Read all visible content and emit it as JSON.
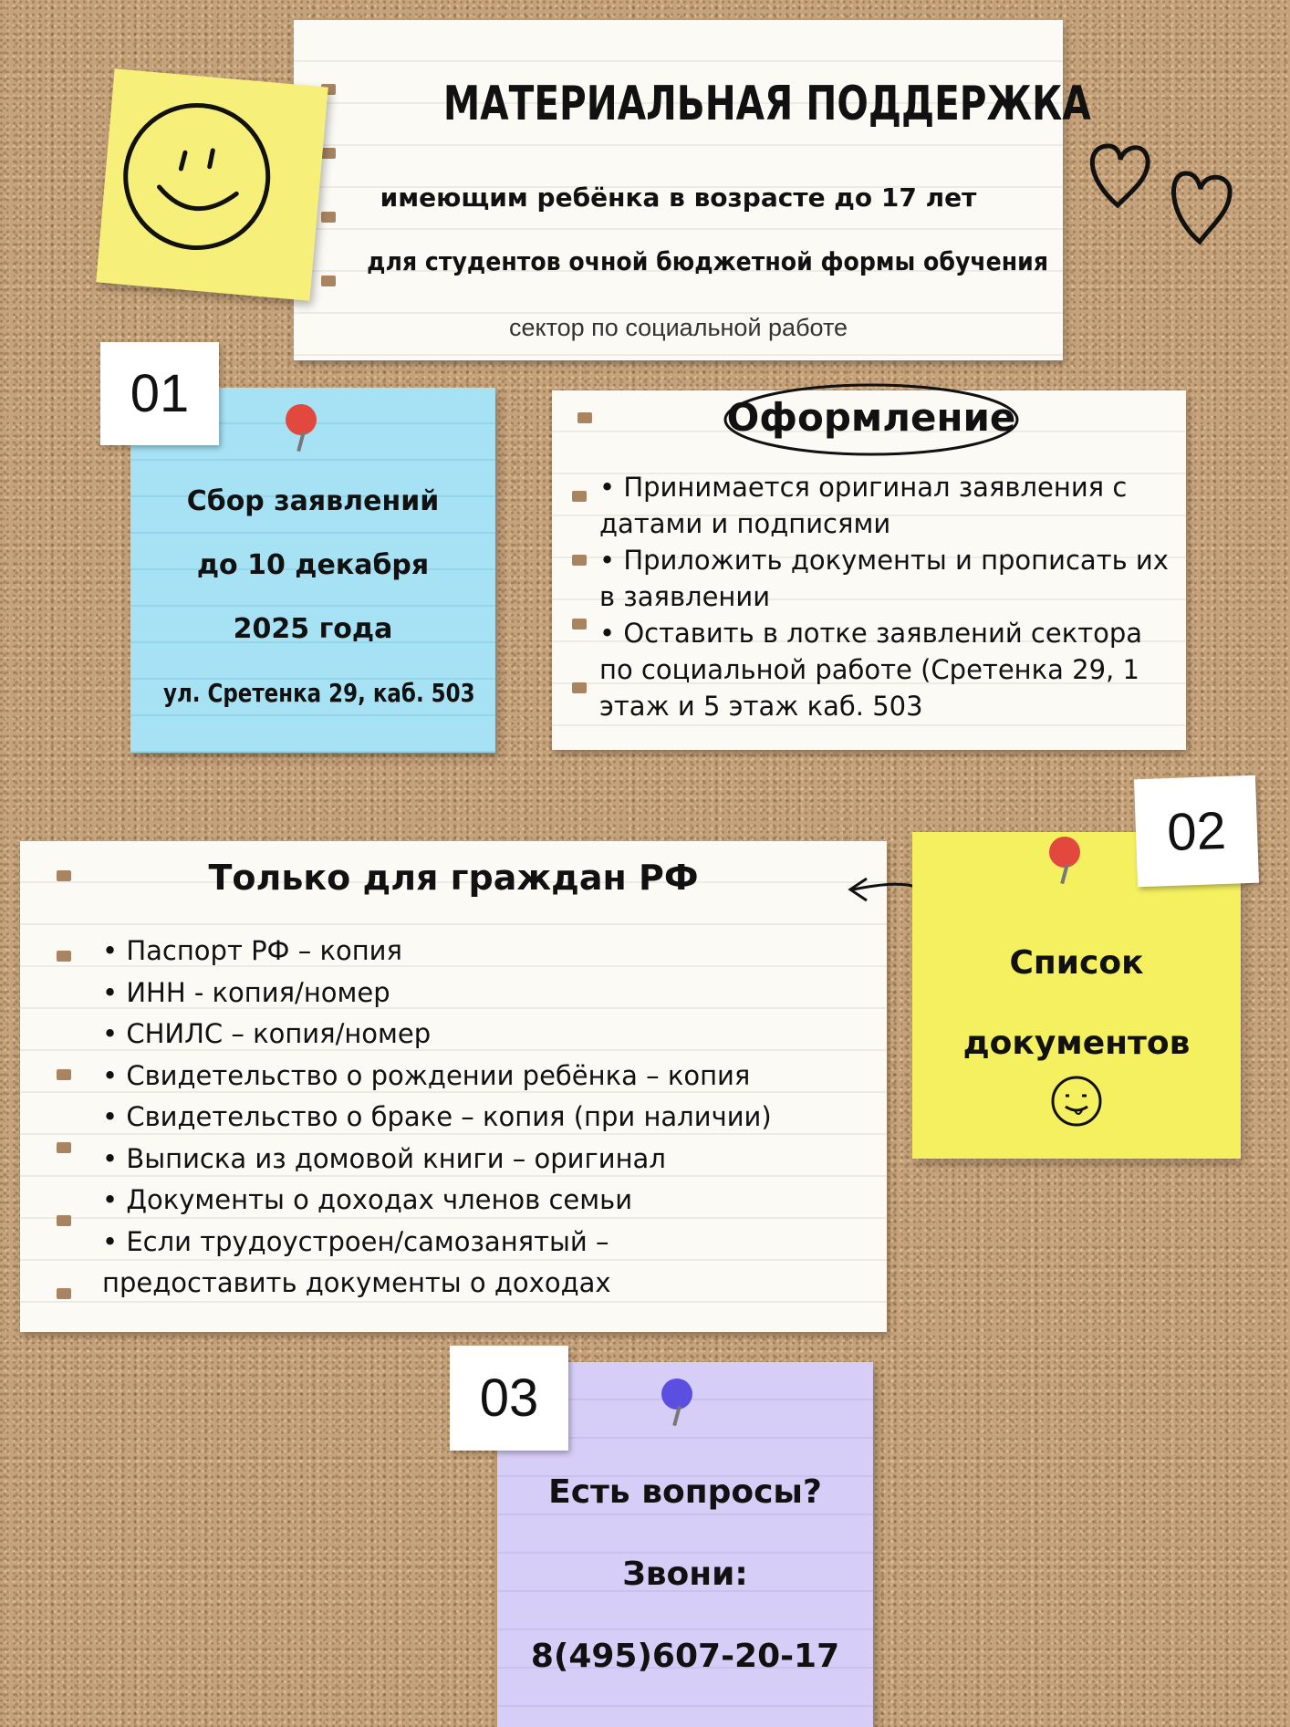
{
  "header": {
    "title": "МАТЕРИАЛЬНАЯ ПОДДЕРЖКА",
    "line1": "имеющим ребёнка в возрасте до 17 лет",
    "line2": "для студентов очной бюджетной формы обучения",
    "line3": "сектор по социальной работе"
  },
  "step1": {
    "number": "01",
    "lines": [
      "Сбор заявлений",
      "до 10 декабря",
      "2025 года",
      "ул. Сретенка 29, каб. 503"
    ]
  },
  "registration": {
    "title": "Оформление",
    "items": [
      "• Принимается оригинал заявления с датами и подписями",
      "• Приложить документы и прописать их в заявлении",
      "• Оставить в лотке заявлений сектора по социальной работе (Сретенка 29, 1 этаж и 5 этаж каб. 503"
    ]
  },
  "documents": {
    "title": "Только для граждан РФ",
    "items": [
      "• Паспорт РФ – копия",
      "• ИНН - копия/номер",
      "• СНИЛС – копия/номер",
      "• Свидетельство о рождении ребёнка – копия",
      "• Свидетельство о браке – копия (при наличии)",
      "• Выписка из домовой книги – оригинал",
      "• Документы о доходах членов семьи",
      "• Если трудоустроен/самозанятый – предоставить документы о доходах"
    ]
  },
  "step2": {
    "number": "02",
    "lines": [
      "Список",
      "документов"
    ]
  },
  "step3": {
    "number": "03",
    "lines": [
      "Есть вопросы?",
      "Звони:",
      "8(495)607-20-17"
    ]
  },
  "colors": {
    "cork": "#c6a27a",
    "yellow": "#f6f07a",
    "blue": "#a6e2f4",
    "purple": "#d7cef7",
    "pin_red": "#e2483e",
    "pin_blue": "#5a4fe0"
  }
}
